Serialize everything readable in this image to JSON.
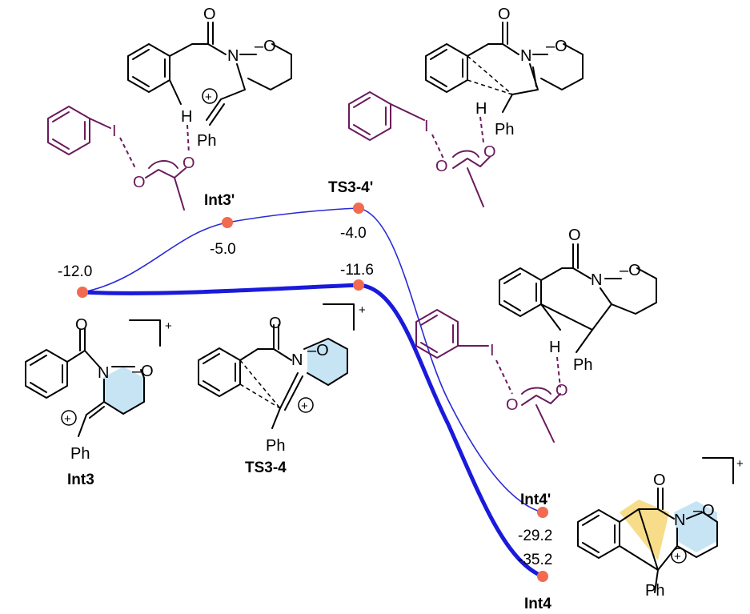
{
  "levels": [
    {
      "id": "start",
      "value": "-12.0"
    },
    {
      "id": "int3p",
      "name": "Int3'",
      "value": "-5.0"
    },
    {
      "id": "ts34p",
      "name": "TS3-4'",
      "value": "-4.0"
    },
    {
      "id": "ts34",
      "value": "-11.6"
    },
    {
      "id": "int4p",
      "name": "Int4'",
      "value": "-29.2"
    },
    {
      "id": "int4",
      "name": "Int4",
      "value": "-35.2"
    }
  ],
  "structures": {
    "int3_label": "Int3",
    "ts34_label": "TS3-4",
    "charge": "+",
    "ph": "Ph",
    "o": "O",
    "n": "N",
    "i": "I",
    "h": "H",
    "n_o": "N–O",
    "o_dash": "–O"
  },
  "colors": {
    "thick_path": "#1a1adb",
    "thin_path": "#2a2ad6",
    "node": "#f26a4f",
    "iodine_complex": "#6b1a5c",
    "ring_highlight_blue": "#c7e4f5",
    "ring_highlight_yellow": "#f7dc8a"
  }
}
